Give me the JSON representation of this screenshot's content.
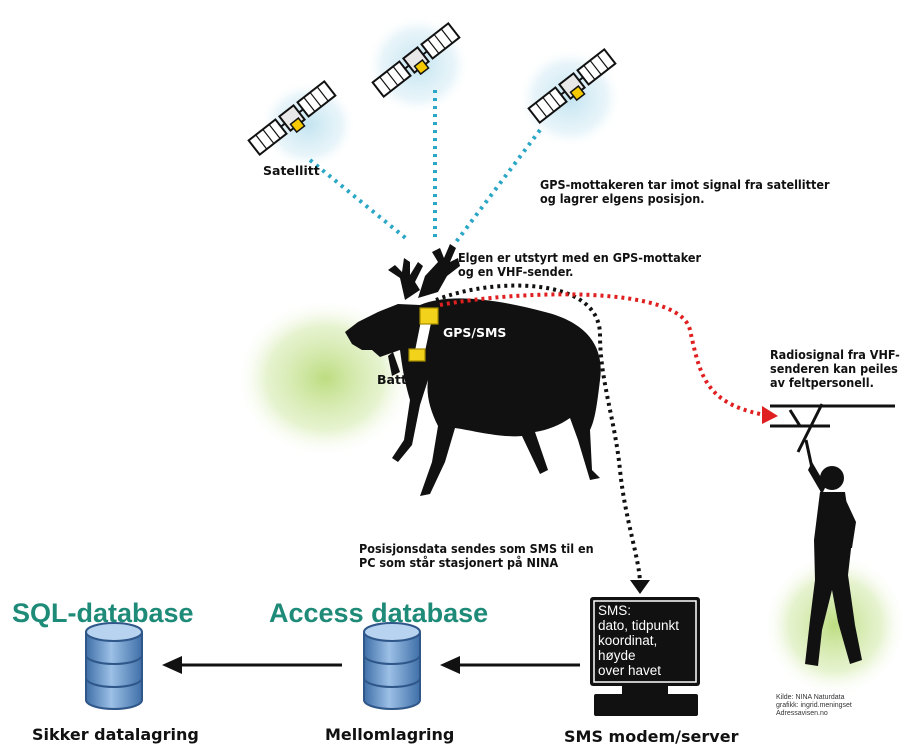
{
  "labels": {
    "satellite": "Satellitt",
    "gps_receiver_caption": "GPS-mottakeren tar imot signal fra satellitter\nog lagrer elgens posisjon.",
    "moose_caption": "Elgen er utstyrt med en GPS-mottaker\nog en VHF-sender.",
    "gps_sms": "GPS/SMS",
    "battery": "Batteri",
    "radio_caption": "Radiosignal fra VHF-\nsenderen kan peiles\nav feltpersonell.",
    "position_caption": "Posisjonsdata sendes som SMS til en\nPC som står stasjonert på NINA",
    "sms_screen": "SMS:\ndato, tidpunkt\nkoordinat, høyde\nover havet",
    "credit": "Kilde: NINA Naturdata\ngrafikk: ingrid.meningset\nAdressavisen.no"
  },
  "databases": {
    "sql_title": "SQL-database",
    "access_title": "Access database"
  },
  "bottom": {
    "secure_storage": "Sikker datalagring",
    "intermediate_storage": "Mellomlagring",
    "sms_server": "SMS modem/server"
  },
  "colors": {
    "db_title": "#1e8a78",
    "radio_signal": "#e02020",
    "satellite_glow": "#bfe2ef",
    "ground_glow": "#b9db7a"
  }
}
